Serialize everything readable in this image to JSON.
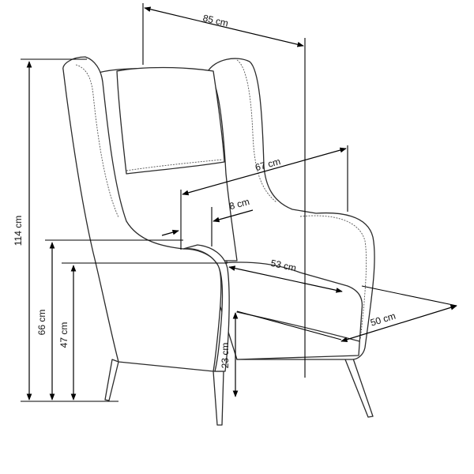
{
  "dimensions": {
    "width_85": "85 cm",
    "depth_67": "67 cm",
    "arm_8": "8 cm",
    "seat_depth_53": "53 cm",
    "seat_width_50": "50 cm",
    "height_114": "114 cm",
    "arm_height_66": "66 cm",
    "seat_height_47": "47 cm",
    "leg_height_23": "23 cm"
  },
  "colors": {
    "line": "#000000",
    "chair_outline": "#2b2b2b",
    "background": "#ffffff"
  }
}
